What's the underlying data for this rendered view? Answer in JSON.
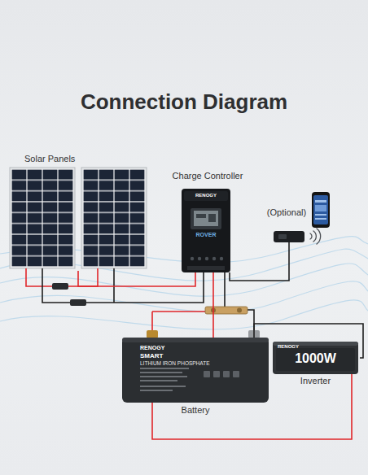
{
  "diagram": {
    "title": "Connection Diagram",
    "nodes": [
      {
        "text": [
          "Solar Panels"
        ]
      },
      {
        "text": [
          "Charge Controller",
          "RENOGY",
          "ROVER"
        ]
      },
      {
        "text": [
          "(Optional)"
        ]
      },
      {
        "text": [
          "RENOGY",
          "SMART",
          "LITHIUM IRON PHOSPHATE",
          "Battery"
        ]
      },
      {
        "text": [
          "RENOGY",
          "1000W",
          "Inverter"
        ]
      }
    ],
    "edges": [
      {
        "from": 0,
        "to": 1,
        "arrow": "none"
      },
      {
        "from": 1,
        "to": 2,
        "arrow": "none"
      },
      {
        "from": 1,
        "to": 3,
        "arrow": "none"
      },
      {
        "from": 3,
        "to": 4,
        "arrow": "none"
      }
    ]
  }
}
